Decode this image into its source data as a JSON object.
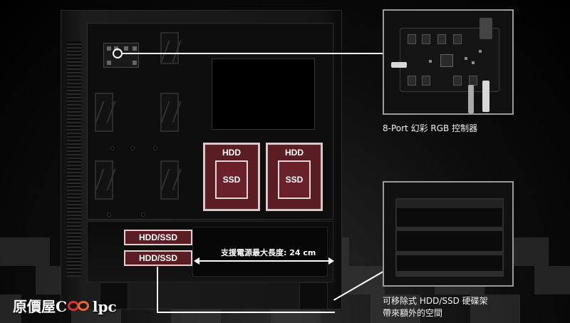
{
  "drives": {
    "hdd_label": "HDD",
    "ssd_label": "SSD",
    "sled_labels": [
      "HDD/SSD",
      "HDD/SSD"
    ]
  },
  "psu": {
    "length_label": "支援電源最大長度: 24 cm"
  },
  "callouts": {
    "controller_caption": "8-Port 幻彩 RGB 控制器",
    "cage_caption_line1": "可移除式 HDD/SSD 硬碟架",
    "cage_caption_line2": "帶來額外的空間"
  },
  "watermark": {
    "prefix": "原價屋C",
    "suffix": "lpc"
  },
  "colors": {
    "drive_fill": "#5a1d24",
    "drive_border": "#d8c8c8",
    "accent_red": "#d9332f",
    "accent_orange": "#e8672c"
  }
}
